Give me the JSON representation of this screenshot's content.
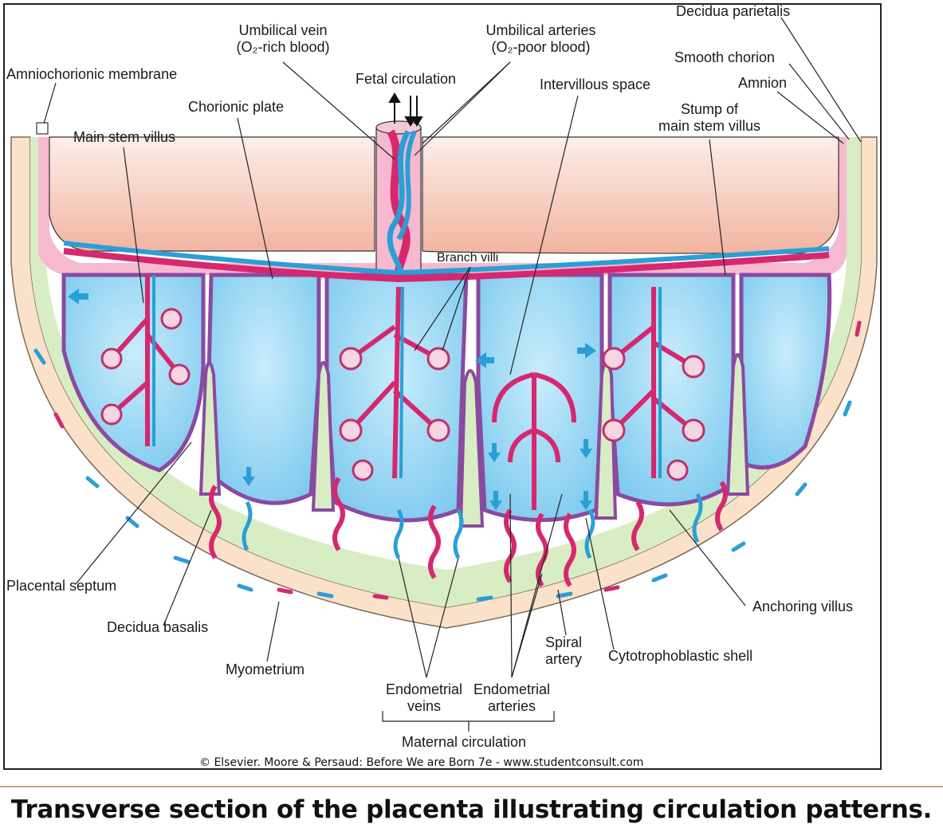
{
  "labels": {
    "decidua_parietalis": "Decidua parietalis",
    "umbilical_vein_1": "Umbilical vein",
    "umbilical_vein_2": "(O₂-rich blood)",
    "umbilical_arteries_1": "Umbilical arteries",
    "umbilical_arteries_2": "(O₂-poor blood)",
    "smooth_chorion": "Smooth chorion",
    "amniochorionic_membrane": "Amniochorionic membrane",
    "fetal_circulation": "Fetal circulation",
    "intervillous_space": "Intervillous space",
    "amnion": "Amnion",
    "chorionic_plate": "Chorionic plate",
    "stump_1": "Stump of",
    "stump_2": "main stem villus",
    "main_stem_villus": "Main stem villus",
    "branch_villi": "Branch villi",
    "placental_septum": "Placental septum",
    "anchoring_villus": "Anchoring villus",
    "decidua_basalis": "Decidua basalis",
    "spiral_1": "Spiral",
    "spiral_2": "artery",
    "cytotrophoblastic_shell": "Cytotrophoblastic shell",
    "myometrium": "Myometrium",
    "endometrial_veins_1": "Endometrial",
    "endometrial_veins_2": "veins",
    "endometrial_arteries_1": "Endometrial",
    "endometrial_arteries_2": "arteries",
    "maternal_circulation": "Maternal circulation"
  },
  "copyright": "© Elsevier. Moore & Persaud: Before We are Born 7e - www.studentconsult.com",
  "caption": "Transverse section of the placenta illustrating circulation patterns.",
  "colors": {
    "amniotic_gradient_top": "#fde8e6",
    "amniotic_gradient_bottom": "#f3b7a4",
    "chorion_pink": "#f6b9cf",
    "intervillous_blue": "#a9dcf5",
    "decidua_green": "#d8ecc4",
    "myometrium_peach": "#fbe1c9",
    "artery_red": "#d6286f",
    "vein_blue": "#2a9fd6",
    "shell_purple": "#8a4aa0"
  }
}
